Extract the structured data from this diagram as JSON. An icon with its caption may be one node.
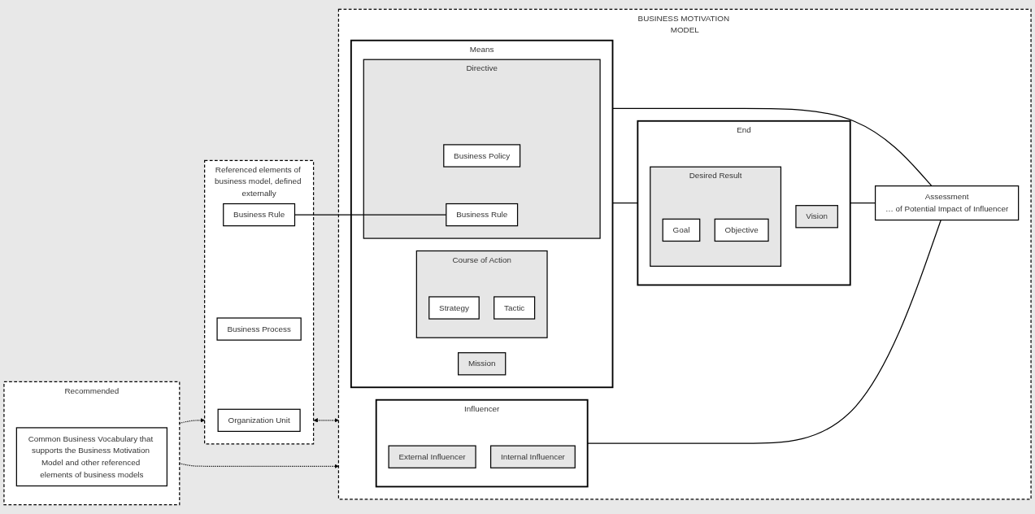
{
  "diagram": {
    "nodes": [
      {
        "text": [
          "Referenced elements of business model, defined externally"
        ]
      },
      {
        "text": [
          "Organization Unit"
        ],
        "in": 0
      },
      {
        "text": [
          "Business Process"
        ],
        "in": 0
      },
      {
        "text": [
          "Business Rule"
        ],
        "in": 0
      },
      {
        "text": [
          "BUSINESS MOTIVATION MODEL"
        ]
      },
      {
        "text": [
          "Means"
        ],
        "in": 4
      },
      {
        "text": [
          "Mission"
        ],
        "in": 5
      },
      {
        "text": [
          "Course of Action"
        ],
        "in": 5
      },
      {
        "text": [
          "Strategy"
        ],
        "in": 7
      },
      {
        "text": [
          "Tactic"
        ],
        "in": 7
      },
      {
        "text": [
          "Directive"
        ],
        "in": 5
      },
      {
        "text": [
          "Business Policy"
        ],
        "in": 10
      },
      {
        "text": [
          "Business Rule"
        ],
        "in": 10
      },
      {
        "text": [
          "End"
        ],
        "in": 4
      },
      {
        "text": [
          "Vision"
        ],
        "in": 13
      },
      {
        "text": [
          "Desired Result"
        ],
        "in": 13
      },
      {
        "text": [
          "Goal"
        ],
        "in": 15
      },
      {
        "text": [
          "Objective"
        ],
        "in": 15
      },
      {
        "text": [
          "Influencer"
        ],
        "in": 4
      },
      {
        "text": [
          "External Influencer"
        ],
        "in": 18
      },
      {
        "text": [
          "Internal Influencer"
        ],
        "in": 18
      },
      {
        "text": [
          "Assessment",
          "… of Potential Impact of Influencer"
        ],
        "in": 4
      },
      {
        "text": [
          "Recommended"
        ]
      },
      {
        "text": [
          "Common Business Vocabulary that supports the Business Motivation Model and other referenced elements of business models"
        ],
        "in": 22
      }
    ],
    "edges": [
      {
        "from": 0,
        "to": 4,
        "arrow": "both",
        "style": "dashed"
      },
      {
        "from": 3,
        "to": 12,
        "arrow": "none"
      },
      {
        "from": 5,
        "to": 13,
        "arrow": "none"
      },
      {
        "from": 5,
        "to": 21,
        "arrow": "none"
      },
      {
        "from": 13,
        "to": 21,
        "arrow": "none"
      },
      {
        "from": 18,
        "to": 21,
        "arrow": "none"
      },
      {
        "from": 22,
        "to": 0,
        "arrow": "to",
        "style": "dashed"
      },
      {
        "from": 22,
        "to": 4,
        "arrow": "to",
        "style": "dashed"
      }
    ]
  }
}
